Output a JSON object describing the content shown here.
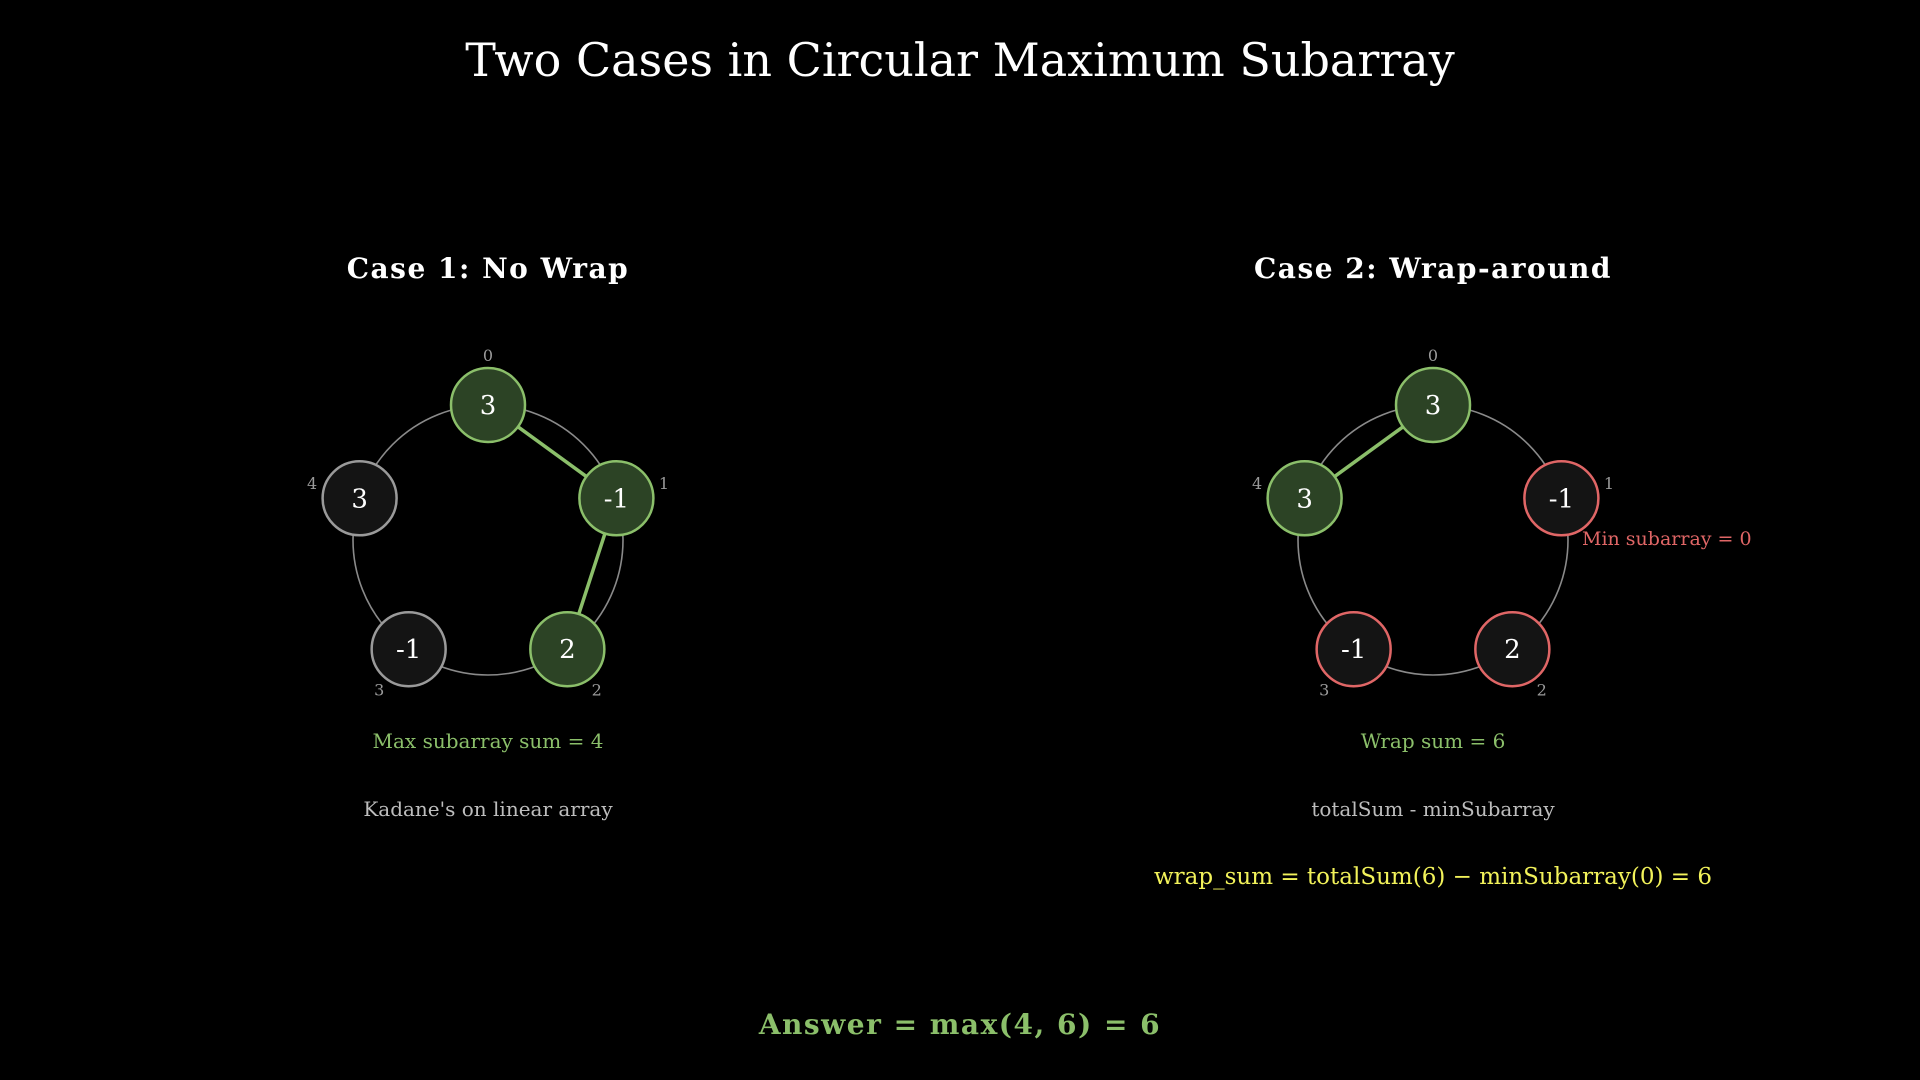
{
  "title": "Two Cases in Circular Maximum Subarray",
  "colors": {
    "highlight_fill": "#2c4325",
    "highlight_stroke": "#8bbf6a",
    "normal_fill": "#141414",
    "normal_stroke": "#9a9a9a",
    "min_stroke": "#e06666",
    "ring_stroke": "#8a8a8a",
    "edge": "#8bbf6a",
    "formula": "#f2f25a"
  },
  "case1": {
    "title": "Case 1: No Wrap",
    "nodes": [
      {
        "index": "0",
        "value": "3",
        "state": "highlight"
      },
      {
        "index": "1",
        "value": "-1",
        "state": "highlight"
      },
      {
        "index": "2",
        "value": "2",
        "state": "highlight"
      },
      {
        "index": "3",
        "value": "-1",
        "state": "normal"
      },
      {
        "index": "4",
        "value": "3",
        "state": "normal"
      }
    ],
    "edges": [
      [
        0,
        1
      ],
      [
        1,
        2
      ]
    ],
    "result": "Max subarray sum = 4",
    "method": "Kadane's on linear array"
  },
  "case2": {
    "title": "Case 2: Wrap-around",
    "nodes": [
      {
        "index": "0",
        "value": "3",
        "state": "highlight"
      },
      {
        "index": "1",
        "value": "-1",
        "state": "min"
      },
      {
        "index": "2",
        "value": "2",
        "state": "min"
      },
      {
        "index": "3",
        "value": "-1",
        "state": "min"
      },
      {
        "index": "4",
        "value": "3",
        "state": "highlight"
      }
    ],
    "edges": [
      [
        4,
        0
      ]
    ],
    "min_label": "Min subarray = 0",
    "result": "Wrap sum = 6",
    "method": "totalSum - minSubarray",
    "formula": "wrap_sum = totalSum(6) − minSubarray(0) = 6"
  },
  "answer": "Answer = max(4, 6) = 6"
}
